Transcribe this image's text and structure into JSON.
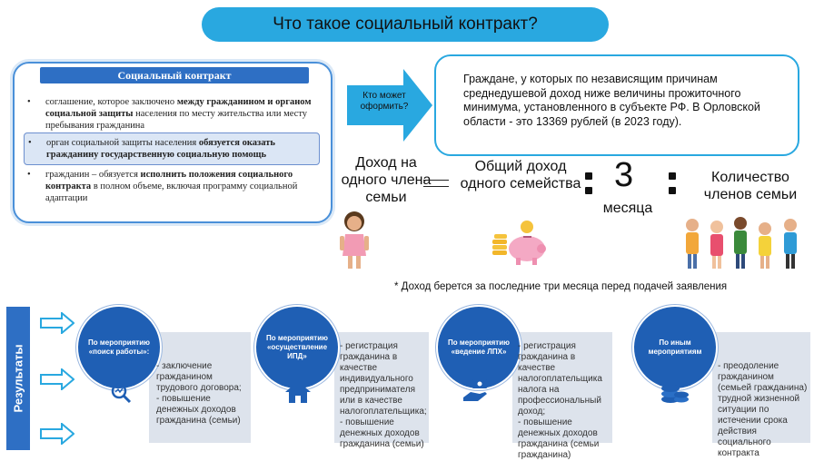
{
  "title": "Что такое социальный контракт?",
  "contract": {
    "header": "Социальный контракт",
    "bullet": "•",
    "items": [
      {
        "pre": "соглашение, которое заключено ",
        "bold": "между гражданином и органом социальной защиты",
        "post": " населения по месту жительства или месту пребывания гражданина"
      },
      {
        "pre": "орган социальной защиты населения ",
        "bold": "обязуется оказать гражданину государственную социальную помощь",
        "post": ""
      },
      {
        "pre": "гражданин – обязуется ",
        "bold": "исполнить положения социального контракта",
        "post": " в полном объеме, включая программу социальной адаптации"
      }
    ]
  },
  "who_can_apply": "Кто может оформить?",
  "citizens_text": "Граждане, у которых по независящим причинам среднедушевой доход ниже величины прожиточного минимума, установленного в субъекте РФ. В Орловской области - это 13369 рублей (в 2023 году).",
  "formula": {
    "per_member": "Доход на одного члена семьи",
    "family_income": "Общий доход одного семейства",
    "three": "3",
    "months": "месяца",
    "members": "Количество членов семьи"
  },
  "footnote": "* Доход берется за последние три месяца перед подачей заявления",
  "results_label": "Результаты",
  "steps": [
    {
      "circle": "По мероприятию «поиск работы»:",
      "text": "- заключение гражданином трудового договора;\n- повышение денежных доходов гражданина (семьи)",
      "icon": "job-search-icon"
    },
    {
      "circle": "По мероприятию «осуществление ИПД»",
      "text": "- регистрация гражданина в качестве индивидуального предпринимателя или в качестве налогоплательщика;\n- повышение денежных доходов гражданина (семьи)",
      "icon": "house-icon"
    },
    {
      "circle": "По мероприятию «ведение ЛПХ»",
      "text": "- регистрация гражданина в качестве налогоплательщика налога на профессиональный доход;\n- повышение денежных доходов гражданина (семьи гражданина)",
      "icon": "hand-money-icon"
    },
    {
      "circle": "По иным мероприятиям",
      "text": "- преодоление гражданином (семьей гражданина) трудной жизненной ситуации по истечении срока действия социального контракта",
      "icon": "coins-icon"
    }
  ],
  "colors": {
    "accent_blue": "#29a8e0",
    "dark_blue": "#1f5fb4",
    "card_gray": "#dde3ec"
  }
}
